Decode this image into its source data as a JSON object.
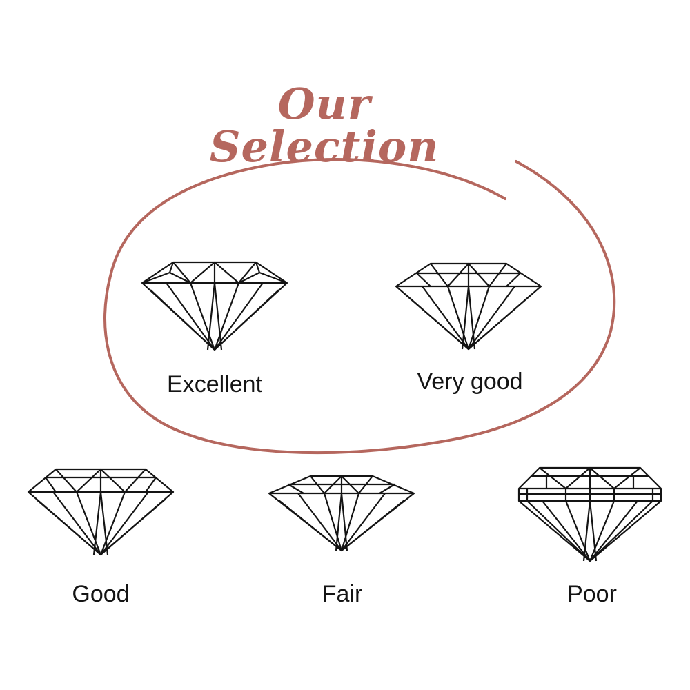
{
  "heading": "Our Selection",
  "accent_color": "#b5675e",
  "line_color": "#141414",
  "cuts": [
    {
      "label": "Excellent",
      "selected": true,
      "icon": "diamond-excellent-icon"
    },
    {
      "label": "Very good",
      "selected": true,
      "icon": "diamond-very-good-icon"
    },
    {
      "label": "Good",
      "selected": false,
      "icon": "diamond-good-icon"
    },
    {
      "label": "Fair",
      "selected": false,
      "icon": "diamond-fair-icon"
    },
    {
      "label": "Poor",
      "selected": false,
      "icon": "diamond-poor-icon"
    }
  ]
}
